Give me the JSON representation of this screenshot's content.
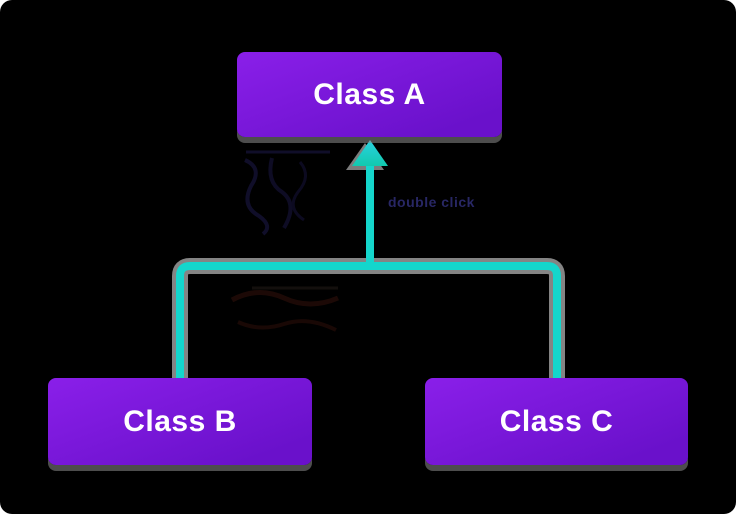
{
  "diagram": {
    "title_hidden": "",
    "type": "class-inheritance",
    "nodes": [
      {
        "id": "class-a",
        "label": "Class A",
        "role": "parent"
      },
      {
        "id": "class-b",
        "label": "Class B",
        "role": "child"
      },
      {
        "id": "class-c",
        "label": "Class C",
        "role": "child"
      }
    ],
    "edges": [
      {
        "from": "class-b",
        "to": "class-a",
        "style": "teal-line-arrow-up"
      },
      {
        "from": "class-c",
        "to": "class-a",
        "style": "teal-line-arrow-up"
      }
    ],
    "annotation": {
      "text": "double click",
      "color": "#2b2a6b"
    }
  },
  "colors": {
    "box_gradient_top": "#8a1fe9",
    "box_gradient_bottom": "#6a11cb",
    "connector_teal": "#14d6cc",
    "connector_teal_dark": "#12c9ae",
    "connector_shadow_gray": "#9b9b9b",
    "box_shadow_gray": "#8c8c8c",
    "annotation_navy": "#2b2a6b",
    "label_white": "#ffffff",
    "canvas_black": "#000000",
    "page_white": "#ffffff"
  }
}
